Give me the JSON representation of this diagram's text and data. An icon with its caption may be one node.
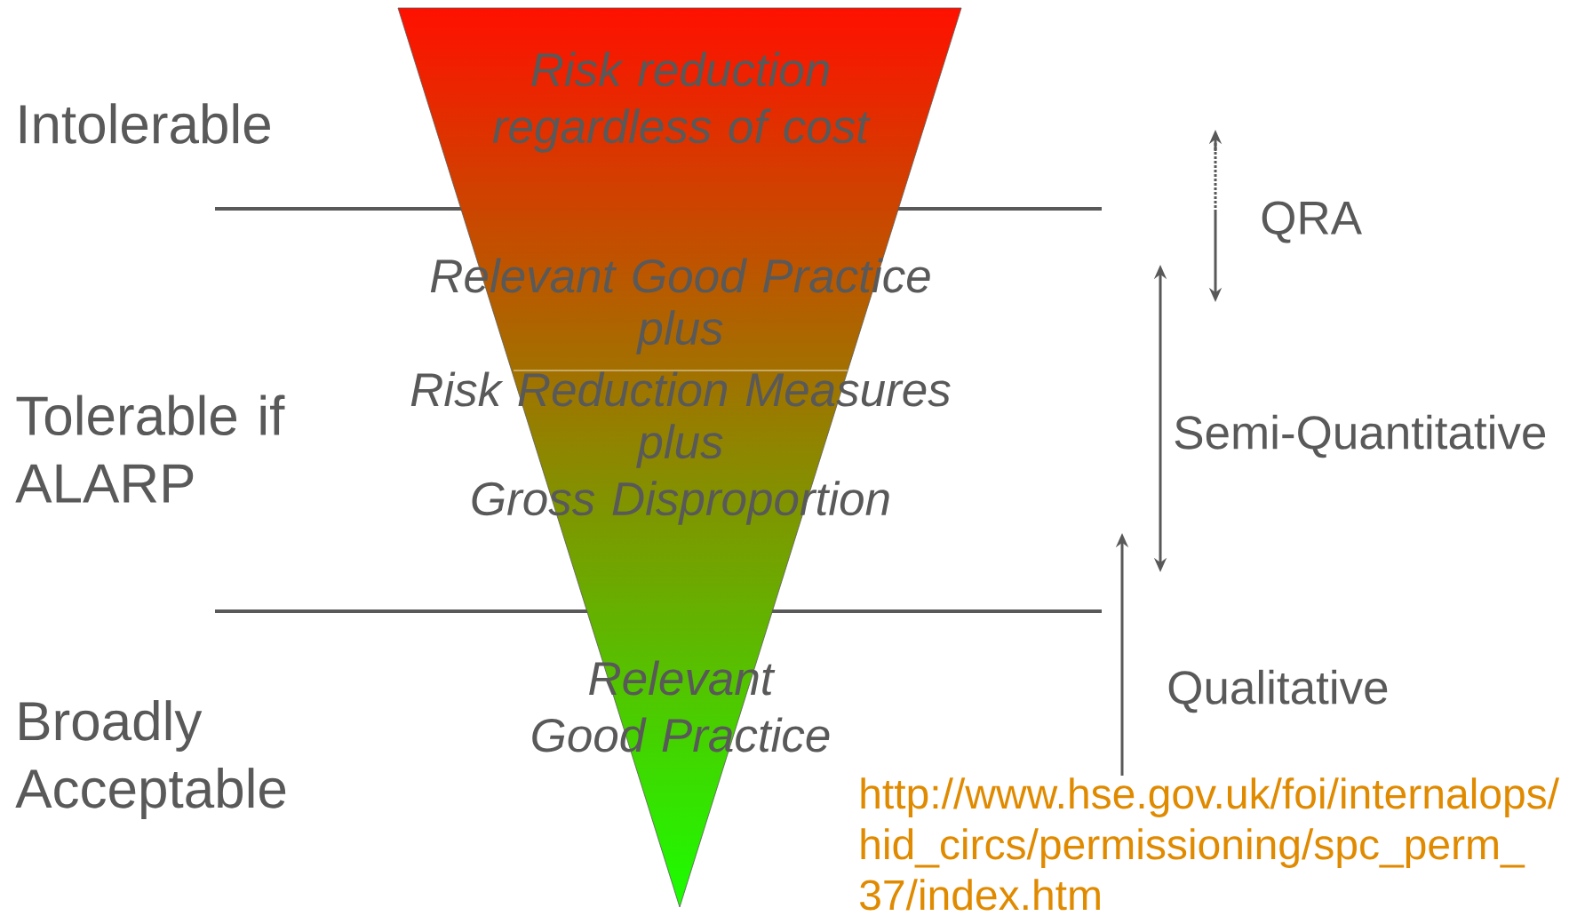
{
  "diagram": {
    "nodes": [
      {
        "text": [
          "Risk reduction regardless of cost",
          "Relevant Good Practice",
          "plus",
          "Risk Reduction Measures",
          "plus",
          "Gross Disproportion",
          "Relevant Good Practice"
        ]
      }
    ],
    "labels": [
      "Intolerable",
      "Tolerable if ALARP",
      "Broadly Acceptable",
      "QRA",
      "Semi-Quantitative",
      "Qualitative",
      "http://www.hse.gov.uk/foi/internalops/hid_circs/permissioning/spc_perm_37/index.htm"
    ]
  }
}
